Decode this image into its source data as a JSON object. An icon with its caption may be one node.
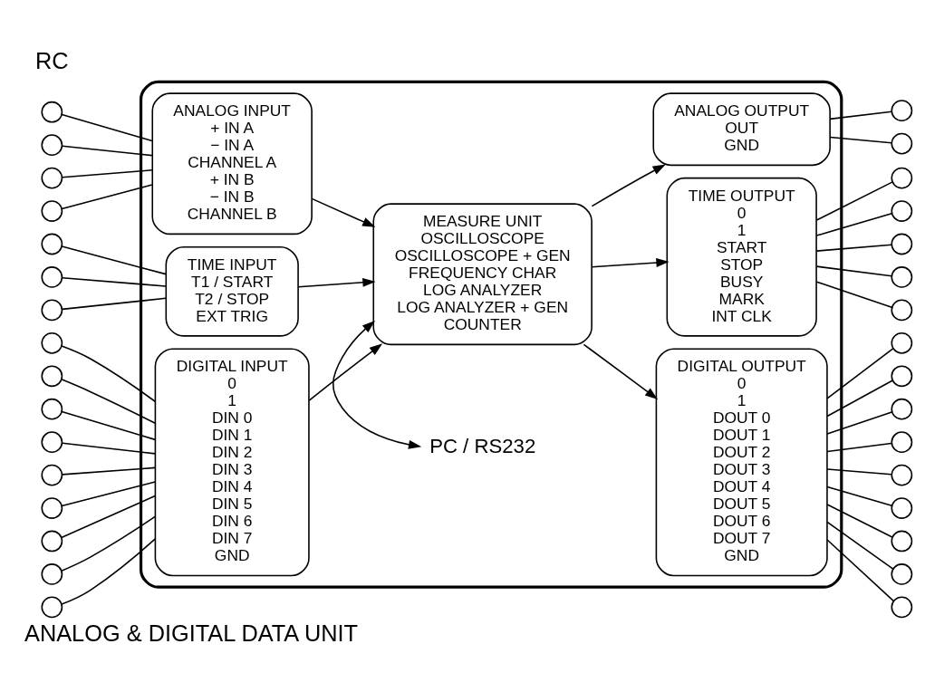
{
  "diagram": {
    "caption": "ANALOG & DIGITAL DATA UNIT",
    "nodes": [
      {
        "text": [],
        "shape": "box"
      },
      {
        "text": [
          "ANALOG INPUT",
          "+ IN A",
          "− IN A",
          "CHANNEL A",
          "+ IN B",
          "− IN B",
          "CHANNEL B"
        ],
        "in": 0
      },
      {
        "text": [
          "PC / RS232"
        ],
        "in": 0
      },
      {
        "text": [
          "ANALOG OUTPUT",
          "OUT",
          "GND"
        ],
        "in": 0
      },
      {
        "text": [
          "TIME INPUT",
          "T1 / START",
          "T2 / STOP",
          "EXT TRIG"
        ],
        "in": 0
      },
      {
        "text": [
          "MEASURE UNIT",
          "OSCILLOSCOPE",
          "OSCILLOSCOPE + GEN",
          "FREQUENCY CHAR",
          "LOG ANALYZER",
          "LOG ANALYZER + GEN",
          "COUNTER"
        ],
        "in": 0
      },
      {
        "text": [
          "TIME OUTPUT",
          "0",
          "1",
          "START",
          "STOP",
          "BUSY",
          "MARK",
          "INT CLK"
        ],
        "in": 0
      },
      {
        "text": [
          "DIGITAL INPUT",
          "0",
          "1",
          "DIN 0",
          "DIN 1",
          "DIN 2",
          "DIN 3",
          "DIN 4",
          "DIN 5",
          "DIN 6",
          "DIN 7",
          "GND"
        ],
        "in": 0
      },
      {
        "text": [
          "DIGITAL OUTPUT",
          "0",
          "1",
          "DOUT 0",
          "DOUT 1",
          "DOUT 2",
          "DOUT 3",
          "DOUT 4",
          "DOUT 5",
          "DOUT 6",
          "DOUT 7",
          "GND"
        ],
        "in": 0
      },
      {
        "text": [],
        "shape": "circle"
      },
      {
        "text": [],
        "shape": "circle"
      },
      {
        "text": [],
        "shape": "circle"
      },
      {
        "text": [],
        "shape": "circle"
      },
      {
        "text": [],
        "shape": "circle"
      },
      {
        "text": [],
        "shape": "circle"
      },
      {
        "text": [],
        "shape": "circle"
      },
      {
        "text": [],
        "shape": "circle"
      },
      {
        "text": [],
        "shape": "circle"
      },
      {
        "text": [],
        "shape": "circle"
      },
      {
        "text": [],
        "shape": "circle"
      },
      {
        "text": [],
        "shape": "circle"
      },
      {
        "text": [],
        "shape": "circle"
      },
      {
        "text": [],
        "shape": "circle"
      },
      {
        "text": [],
        "shape": "circle"
      },
      {
        "text": [],
        "shape": "circle"
      },
      {
        "text": [],
        "shape": "circle"
      },
      {
        "text": [],
        "shape": "circle"
      },
      {
        "text": [],
        "shape": "circle"
      },
      {
        "text": [],
        "shape": "circle"
      },
      {
        "text": [],
        "shape": "circle"
      },
      {
        "text": [],
        "shape": "circle"
      },
      {
        "text": [],
        "shape": "circle"
      },
      {
        "text": [],
        "shape": "circle"
      },
      {
        "text": [],
        "shape": "circle"
      },
      {
        "text": [],
        "shape": "circle"
      },
      {
        "text": [],
        "shape": "circle"
      },
      {
        "text": [],
        "shape": "circle"
      },
      {
        "text": [],
        "shape": "circle"
      },
      {
        "text": [],
        "shape": "circle"
      },
      {
        "text": [],
        "shape": "circle"
      },
      {
        "text": [],
        "shape": "circle"
      }
    ],
    "edges": [
      {
        "from": 1,
        "to": 5,
        "arrow": "to"
      },
      {
        "from": 4,
        "to": 5,
        "arrow": "to"
      },
      {
        "from": 7,
        "to": 5,
        "arrow": "to"
      },
      {
        "from": 5,
        "to": 2,
        "arrow": "both"
      },
      {
        "from": 5,
        "to": 3,
        "arrow": "to"
      },
      {
        "from": 5,
        "to": 6,
        "arrow": "to"
      },
      {
        "from": 5,
        "to": 8,
        "arrow": "to"
      },
      {
        "from": 9,
        "to": 1,
        "arrow": "none"
      },
      {
        "from": 10,
        "to": 1,
        "arrow": "none"
      },
      {
        "from": 11,
        "to": 1,
        "arrow": "none"
      },
      {
        "from": 12,
        "to": 1,
        "arrow": "none"
      },
      {
        "from": 13,
        "to": 4,
        "arrow": "none"
      },
      {
        "from": 14,
        "to": 4,
        "arrow": "none"
      },
      {
        "from": 15,
        "to": 4,
        "arrow": "none"
      },
      {
        "from": 16,
        "to": 7,
        "arrow": "none"
      },
      {
        "from": 17,
        "to": 7,
        "arrow": "none"
      },
      {
        "from": 18,
        "to": 7,
        "arrow": "none"
      },
      {
        "from": 19,
        "to": 7,
        "arrow": "none"
      },
      {
        "from": 20,
        "to": 7,
        "arrow": "none"
      },
      {
        "from": 21,
        "to": 7,
        "arrow": "none"
      },
      {
        "from": 22,
        "to": 7,
        "arrow": "none"
      },
      {
        "from": 23,
        "to": 7,
        "arrow": "none"
      },
      {
        "from": 24,
        "to": 7,
        "arrow": "none"
      },
      {
        "from": 3,
        "to": 25,
        "arrow": "none"
      },
      {
        "from": 3,
        "to": 26,
        "arrow": "none"
      },
      {
        "from": 6,
        "to": 27,
        "arrow": "none"
      },
      {
        "from": 6,
        "to": 28,
        "arrow": "none"
      },
      {
        "from": 6,
        "to": 29,
        "arrow": "none"
      },
      {
        "from": 6,
        "to": 30,
        "arrow": "none"
      },
      {
        "from": 6,
        "to": 31,
        "arrow": "none"
      },
      {
        "from": 8,
        "to": 32,
        "arrow": "none"
      },
      {
        "from": 8,
        "to": 33,
        "arrow": "none"
      },
      {
        "from": 8,
        "to": 34,
        "arrow": "none"
      },
      {
        "from": 8,
        "to": 35,
        "arrow": "none"
      },
      {
        "from": 8,
        "to": 36,
        "arrow": "none"
      },
      {
        "from": 8,
        "to": 37,
        "arrow": "none"
      },
      {
        "from": 8,
        "to": 38,
        "arrow": "none"
      },
      {
        "from": 8,
        "to": 39,
        "arrow": "none"
      },
      {
        "from": 8,
        "to": 40,
        "arrow": "none"
      }
    ],
    "labels": [
      "RC"
    ]
  }
}
